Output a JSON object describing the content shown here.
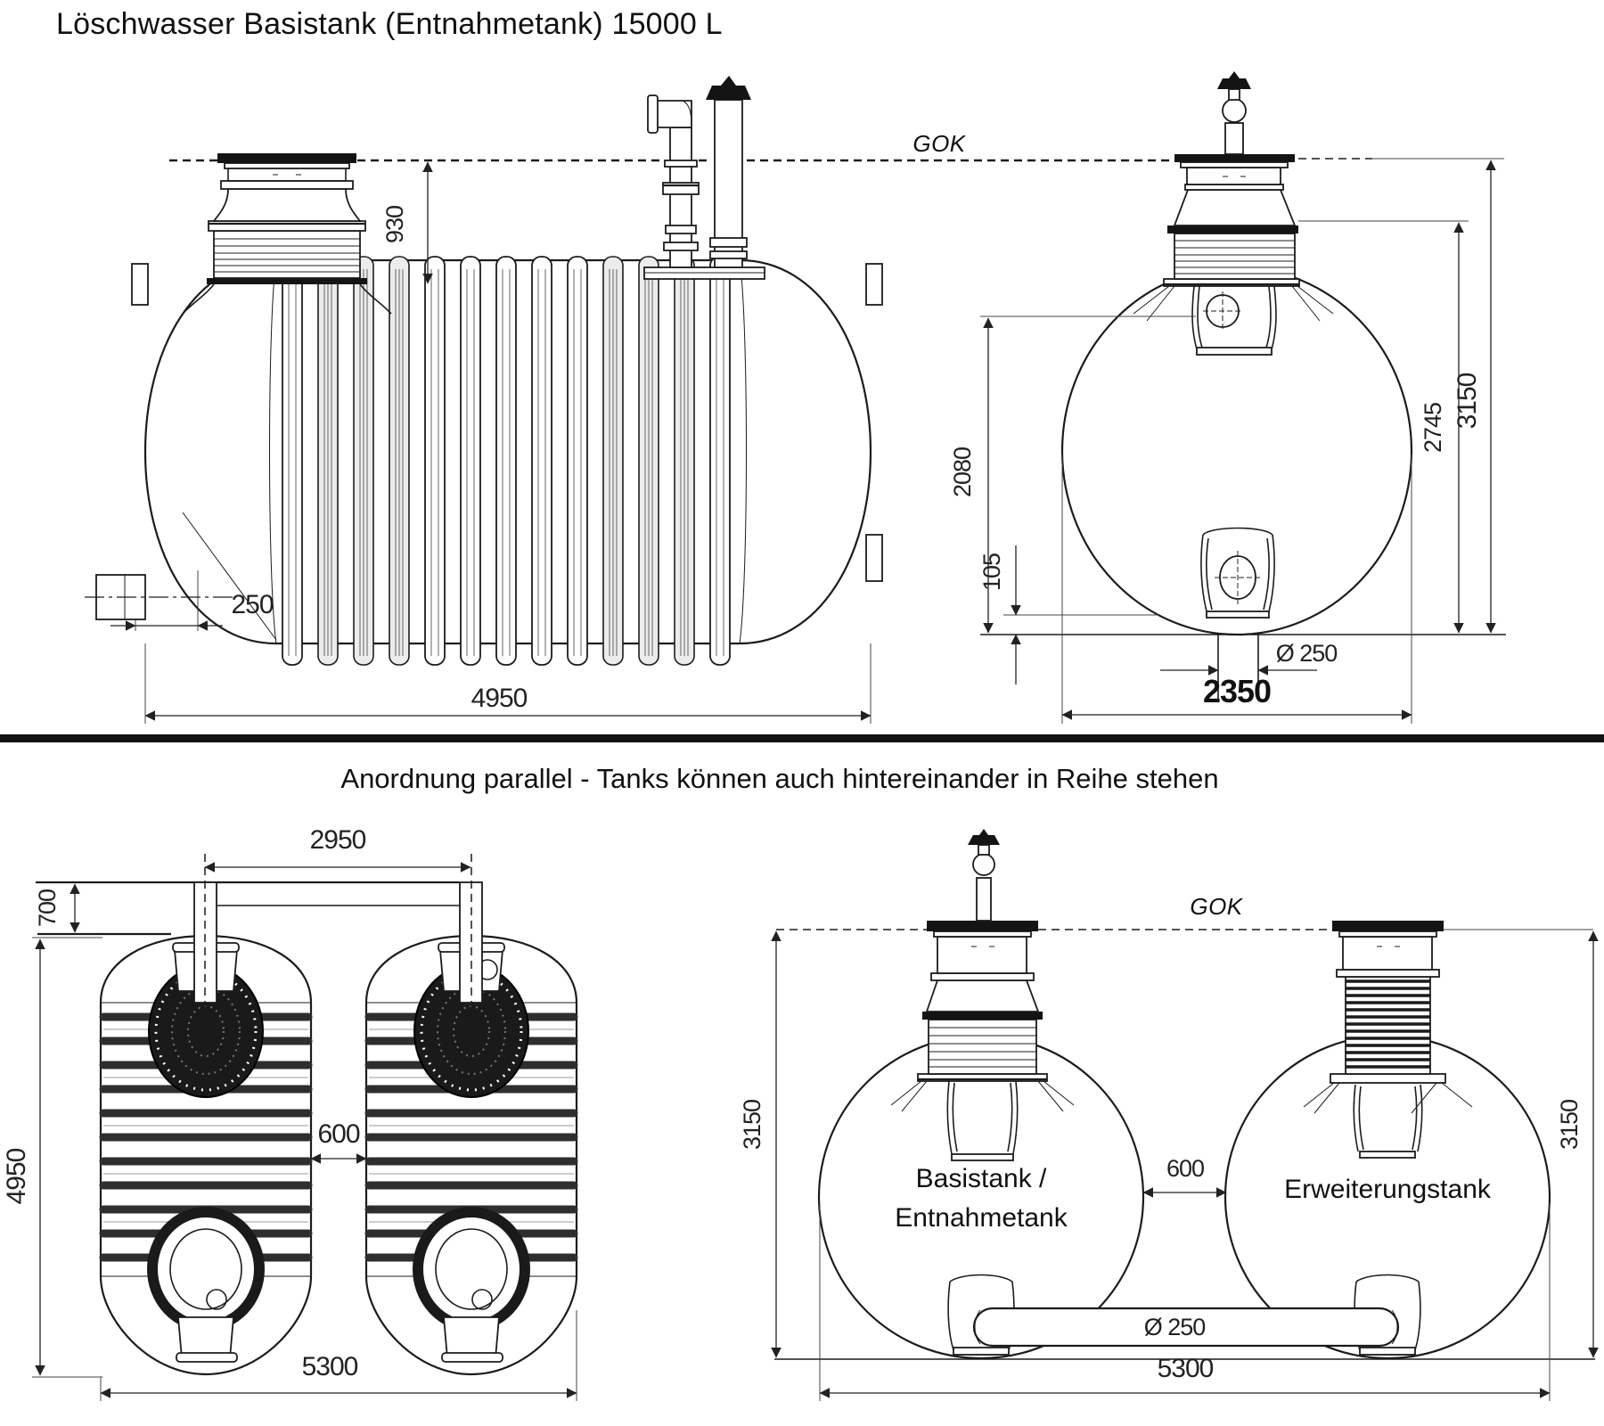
{
  "page": {
    "title": "Löschwasser Basistank (Entnahmetank) 15000 L",
    "caption": "Anordnung parallel - Tanks können auch hintereinander in Reihe stehen"
  },
  "side_view": {
    "gok": "GOK",
    "cover_height": "930",
    "inlet_offset": "250",
    "tank_length": "4950"
  },
  "end_view": {
    "inlet_depth": "2080",
    "sump_offset": "105",
    "body_depth": "2745",
    "total_depth": "3150",
    "outlet_diameter": "Ø 250",
    "tank_diameter": "2350"
  },
  "top_view": {
    "riser_spacing": "2950",
    "pipe_offset": "700",
    "tank_gap": "600",
    "tank_length": "4950",
    "total_width": "5300"
  },
  "pair_view": {
    "gok": "GOK",
    "left_tank_label_1": "Basistank /",
    "left_tank_label_2": "Entnahmetank",
    "right_tank_label": "Erweiterungstank",
    "tank_gap": "600",
    "pipe_diameter": "Ø 250",
    "total_width": "5300",
    "depth_left": "3150",
    "depth_right": "3150"
  },
  "colors": {
    "line": "#1c1c1c",
    "dim_blue": "#4577b0",
    "dim_slate": "#3c6490"
  }
}
